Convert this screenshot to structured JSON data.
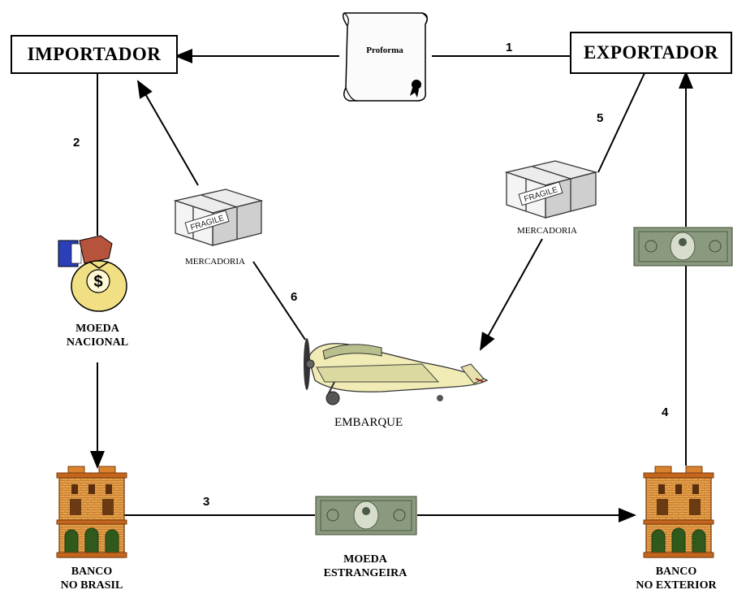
{
  "nodes": {
    "importer": "IMPORTADOR",
    "exporter": "EXPORTADOR",
    "proforma": "Proforma",
    "national_currency": [
      "MOEDA",
      "NACIONAL"
    ],
    "foreign_currency": [
      "MOEDA",
      "ESTRANGEIRA"
    ],
    "bank_brazil": [
      "BANCO",
      "NO BRASIL"
    ],
    "bank_abroad": [
      "BANCO",
      "NO EXTERIOR"
    ],
    "goods_left": "MERCADORIA",
    "goods_right": "MERCADORIA",
    "box_stamp": "FRAGILE",
    "shipment": "EMBARQUE"
  },
  "steps": [
    "1",
    "2",
    "3",
    "4",
    "5",
    "6"
  ]
}
